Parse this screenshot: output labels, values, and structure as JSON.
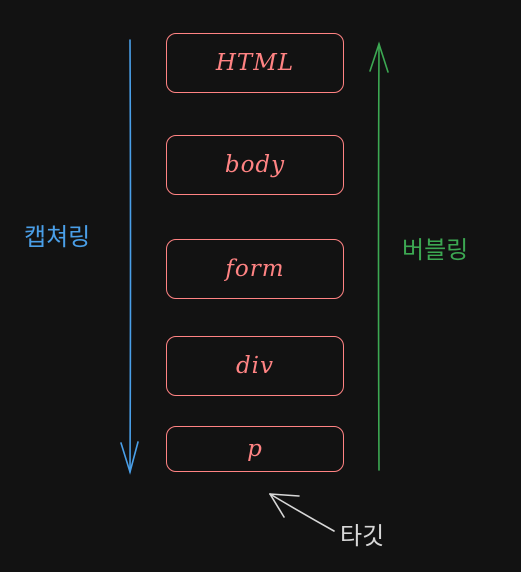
{
  "nodes": [
    {
      "label": "HTML"
    },
    {
      "label": "body"
    },
    {
      "label": "form"
    },
    {
      "label": "div"
    },
    {
      "label": "p"
    }
  ],
  "capture": {
    "label": "캡쳐링",
    "color": "#4a9fe8"
  },
  "bubble": {
    "label": "버블링",
    "color": "#3ca852"
  },
  "target": {
    "label": "타깃",
    "color": "#d8d8d8"
  },
  "node_color": "#ff8383",
  "background": "#121212"
}
